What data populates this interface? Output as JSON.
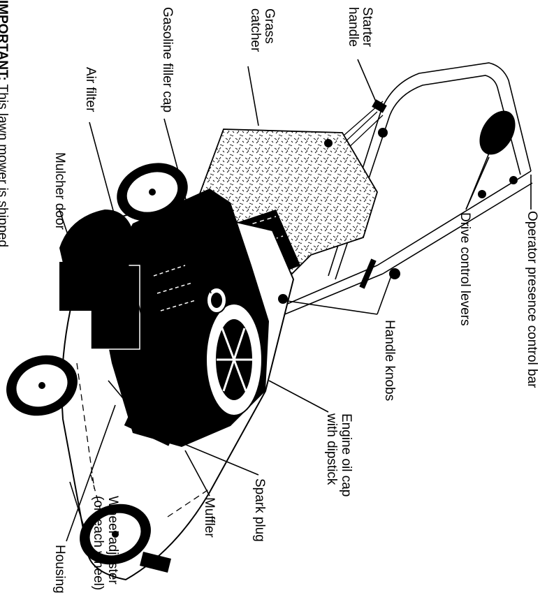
{
  "labels": {
    "starter_handle": [
      "Starter",
      "handle"
    ],
    "grass_catcher": [
      "Grass",
      "catcher"
    ],
    "gasoline_filler_cap": "Gasoline filler cap",
    "air_filter": "Air filter",
    "mulcher_door": "Mulcher door",
    "operator_presence_control_bar": "Operator presence control bar",
    "drive_control_levers": "Drive control levers",
    "handle_knobs": "Handle knobs",
    "engine_oil_cap": [
      "Engine oil cap",
      "with dipstick"
    ],
    "spark_plug": "Spark plug",
    "muffler": "Muffler",
    "wheel_adjuster": [
      "Wheel adjuster",
      "(on each wheel)"
    ],
    "housing": "Housing"
  },
  "important_note": {
    "prefix": "IMPORTANT:",
    "text": " This lawn mower is shipped"
  }
}
